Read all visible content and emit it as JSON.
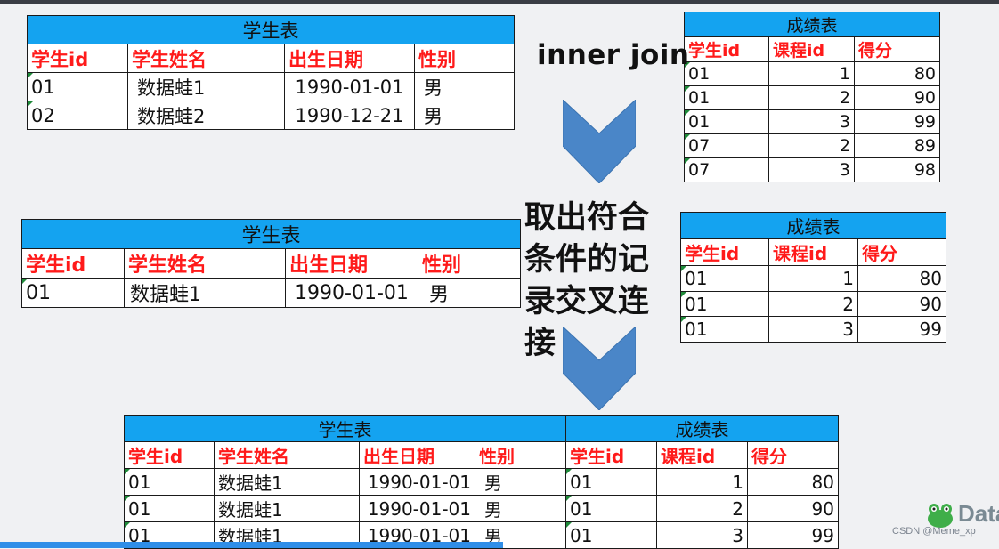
{
  "join_label": "inner join",
  "description": "取出符合条件的记录交叉连接",
  "student_table": {
    "title": "学生表",
    "headers": [
      "学生id",
      "学生姓名",
      "出生日期",
      "性别"
    ],
    "rows": [
      [
        "01",
        "数据蛙1",
        "1990-01-01",
        "男"
      ],
      [
        "02",
        "数据蛙2",
        "1990-12-21",
        "男"
      ]
    ]
  },
  "score_table": {
    "title": "成绩表",
    "headers": [
      "学生id",
      "课程id",
      "得分"
    ],
    "rows": [
      [
        "01",
        "1",
        "80"
      ],
      [
        "01",
        "2",
        "90"
      ],
      [
        "01",
        "3",
        "99"
      ],
      [
        "07",
        "2",
        "89"
      ],
      [
        "07",
        "3",
        "98"
      ]
    ]
  },
  "filtered_student_table": {
    "title": "学生表",
    "headers": [
      "学生id",
      "学生姓名",
      "出生日期",
      "性别"
    ],
    "rows": [
      [
        "01",
        "数据蛙1",
        "1990-01-01",
        "男"
      ]
    ]
  },
  "filtered_score_table": {
    "title": "成绩表",
    "headers": [
      "学生id",
      "课程id",
      "得分"
    ],
    "rows": [
      [
        "01",
        "1",
        "80"
      ],
      [
        "01",
        "2",
        "90"
      ],
      [
        "01",
        "3",
        "99"
      ]
    ]
  },
  "result_table": {
    "student_title": "学生表",
    "score_title": "成绩表",
    "headers": [
      "学生id",
      "学生姓名",
      "出生日期",
      "性别",
      "学生id",
      "课程id",
      "得分"
    ],
    "rows": [
      [
        "01",
        "数据蛙1",
        "1990-01-01",
        "男",
        "01",
        "1",
        "80"
      ],
      [
        "01",
        "数据蛙1",
        "1990-01-01",
        "男",
        "01",
        "2",
        "90"
      ],
      [
        "01",
        "数据蛙1",
        "1990-01-01",
        "男",
        "01",
        "3",
        "99"
      ]
    ]
  },
  "logo_text": "Data",
  "watermark": "CSDN @Meme_xp",
  "colors": {
    "title_fill": "#14a3f0",
    "header_text": "#ff1a1a",
    "arrow_fill": "#4a86c8"
  }
}
